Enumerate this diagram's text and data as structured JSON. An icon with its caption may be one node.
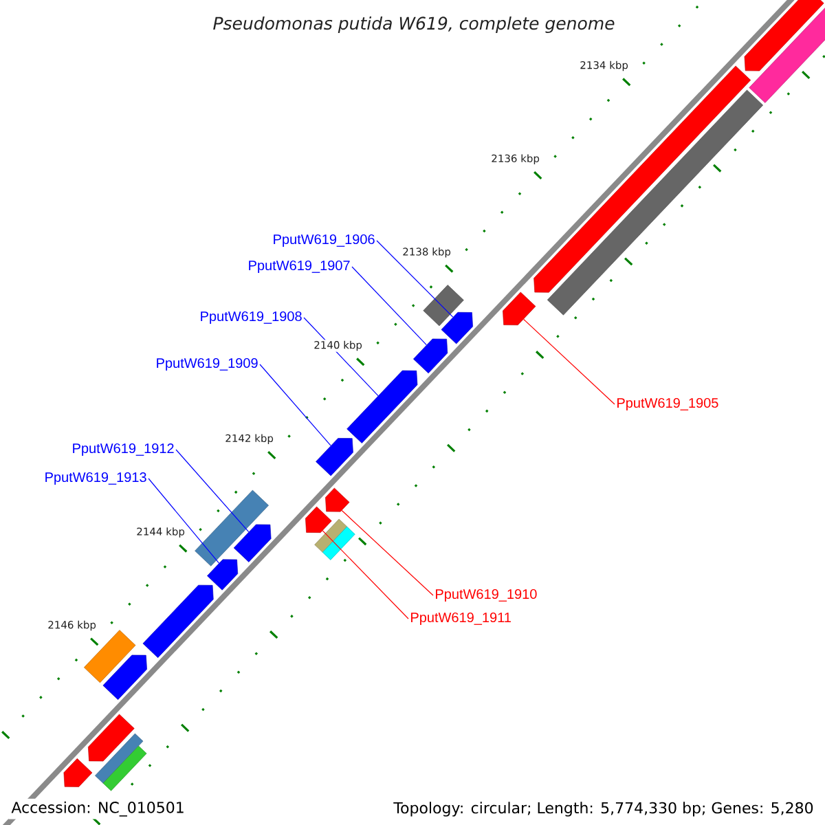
{
  "diagram": {
    "title": "Pseudomonas putida W619, complete genome",
    "nodes": [
      {
        "text": [
          "PputW619_1906"
        ]
      },
      {
        "text": [
          "PputW619_1907"
        ]
      },
      {
        "text": [
          "PputW619_1908"
        ]
      },
      {
        "text": [
          "PputW619_1909"
        ]
      },
      {
        "text": [
          "PputW619_1905"
        ]
      },
      {
        "text": [
          "PputW619_1912"
        ]
      },
      {
        "text": [
          "PputW619_1913"
        ]
      },
      {
        "text": [
          "PputW619_1910"
        ]
      },
      {
        "text": [
          "PputW619_1911"
        ]
      },
      {
        "text": [],
        "shape": "pentagon"
      },
      {
        "text": [],
        "shape": "box"
      },
      {
        "text": [],
        "shape": "pentagon"
      },
      {
        "text": [],
        "shape": "box"
      },
      {
        "text": [],
        "shape": "pentagon"
      },
      {
        "text": [],
        "shape": "box"
      },
      {
        "text": [],
        "shape": "pentagon"
      },
      {
        "text": [],
        "shape": "pentagon"
      },
      {
        "text": [],
        "shape": "pentagon"
      },
      {
        "text": [],
        "shape": "pentagon"
      },
      {
        "text": [],
        "shape": "pentagon"
      },
      {
        "text": [],
        "shape": "box"
      },
      {
        "text": [],
        "shape": "box"
      },
      {
        "text": [],
        "shape": "pentagon"
      },
      {
        "text": [],
        "shape": "box"
      },
      {
        "text": [],
        "shape": "pentagon"
      },
      {
        "text": [],
        "shape": "pentagon"
      },
      {
        "text": [],
        "shape": "pentagon"
      },
      {
        "text": [],
        "shape": "pentagon"
      },
      {
        "text": [],
        "shape": "box"
      },
      {
        "text": [],
        "shape": "pentagon"
      },
      {
        "text": [],
        "shape": "box"
      },
      {
        "text": [],
        "shape": "box"
      },
      {
        "text": [],
        "shape": "pentagon"
      }
    ],
    "edges": [
      {
        "from": 0,
        "to": 15,
        "arrow": "none"
      },
      {
        "from": 1,
        "to": 16,
        "arrow": "none"
      },
      {
        "from": 2,
        "to": 17,
        "arrow": "none"
      },
      {
        "from": 3,
        "to": 18,
        "arrow": "none"
      },
      {
        "from": 4,
        "to": 13,
        "arrow": "none",
        "color": "#ff0000"
      },
      {
        "from": 5,
        "to": 24,
        "arrow": "none"
      },
      {
        "from": 6,
        "to": 25,
        "arrow": "none"
      },
      {
        "from": 7,
        "to": 19,
        "arrow": "none",
        "color": "#ff0000"
      },
      {
        "from": 8,
        "to": 22,
        "arrow": "none",
        "color": "#ff0000"
      }
    ],
    "labels": [
      "2134 kbp",
      "2136 kbp",
      "2138 kbp",
      "2140 kbp",
      "2142 kbp",
      "2144 kbp",
      "2146 kbp",
      "Accession: NC_010501",
      "Topology: circular; Length: 5,774,330 bp; Genes: 5,280"
    ]
  }
}
